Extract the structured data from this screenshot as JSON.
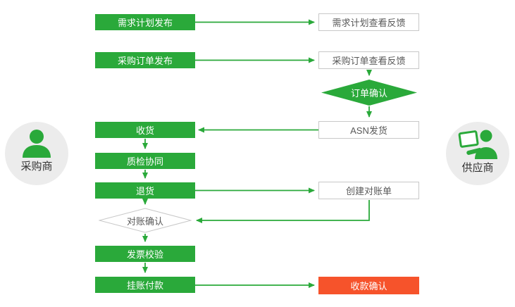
{
  "colors": {
    "node_green": "#2aa93a",
    "node_red": "#f6532b",
    "node_border": "#c8c8c8",
    "arrow": "#2aa93a",
    "actor_circle_bg": "#ececec",
    "text_dark": "#595959"
  },
  "buyer": {
    "label": "采购商",
    "icon": "person-bust-icon"
  },
  "supplier": {
    "label": "供应商",
    "icon": "person-with-laptop-icon"
  },
  "steps": {
    "demand_plan_release": "需求计划发布",
    "demand_plan_feedback": "需求计划查看反馈",
    "po_release": "采购订单发布",
    "po_feedback": "采购订单查看反馈",
    "order_confirm": "订单确认",
    "asn_shipment": "ASN发货",
    "receiving": "收货",
    "quality_inspection": "质检协同",
    "return_goods": "退货",
    "create_statement": "创建对账单",
    "reconciliation_confirm": "对账确认",
    "invoice_verification": "发票校验",
    "payment_on_account": "挂账付款",
    "receipt_confirm": "收款确认"
  }
}
